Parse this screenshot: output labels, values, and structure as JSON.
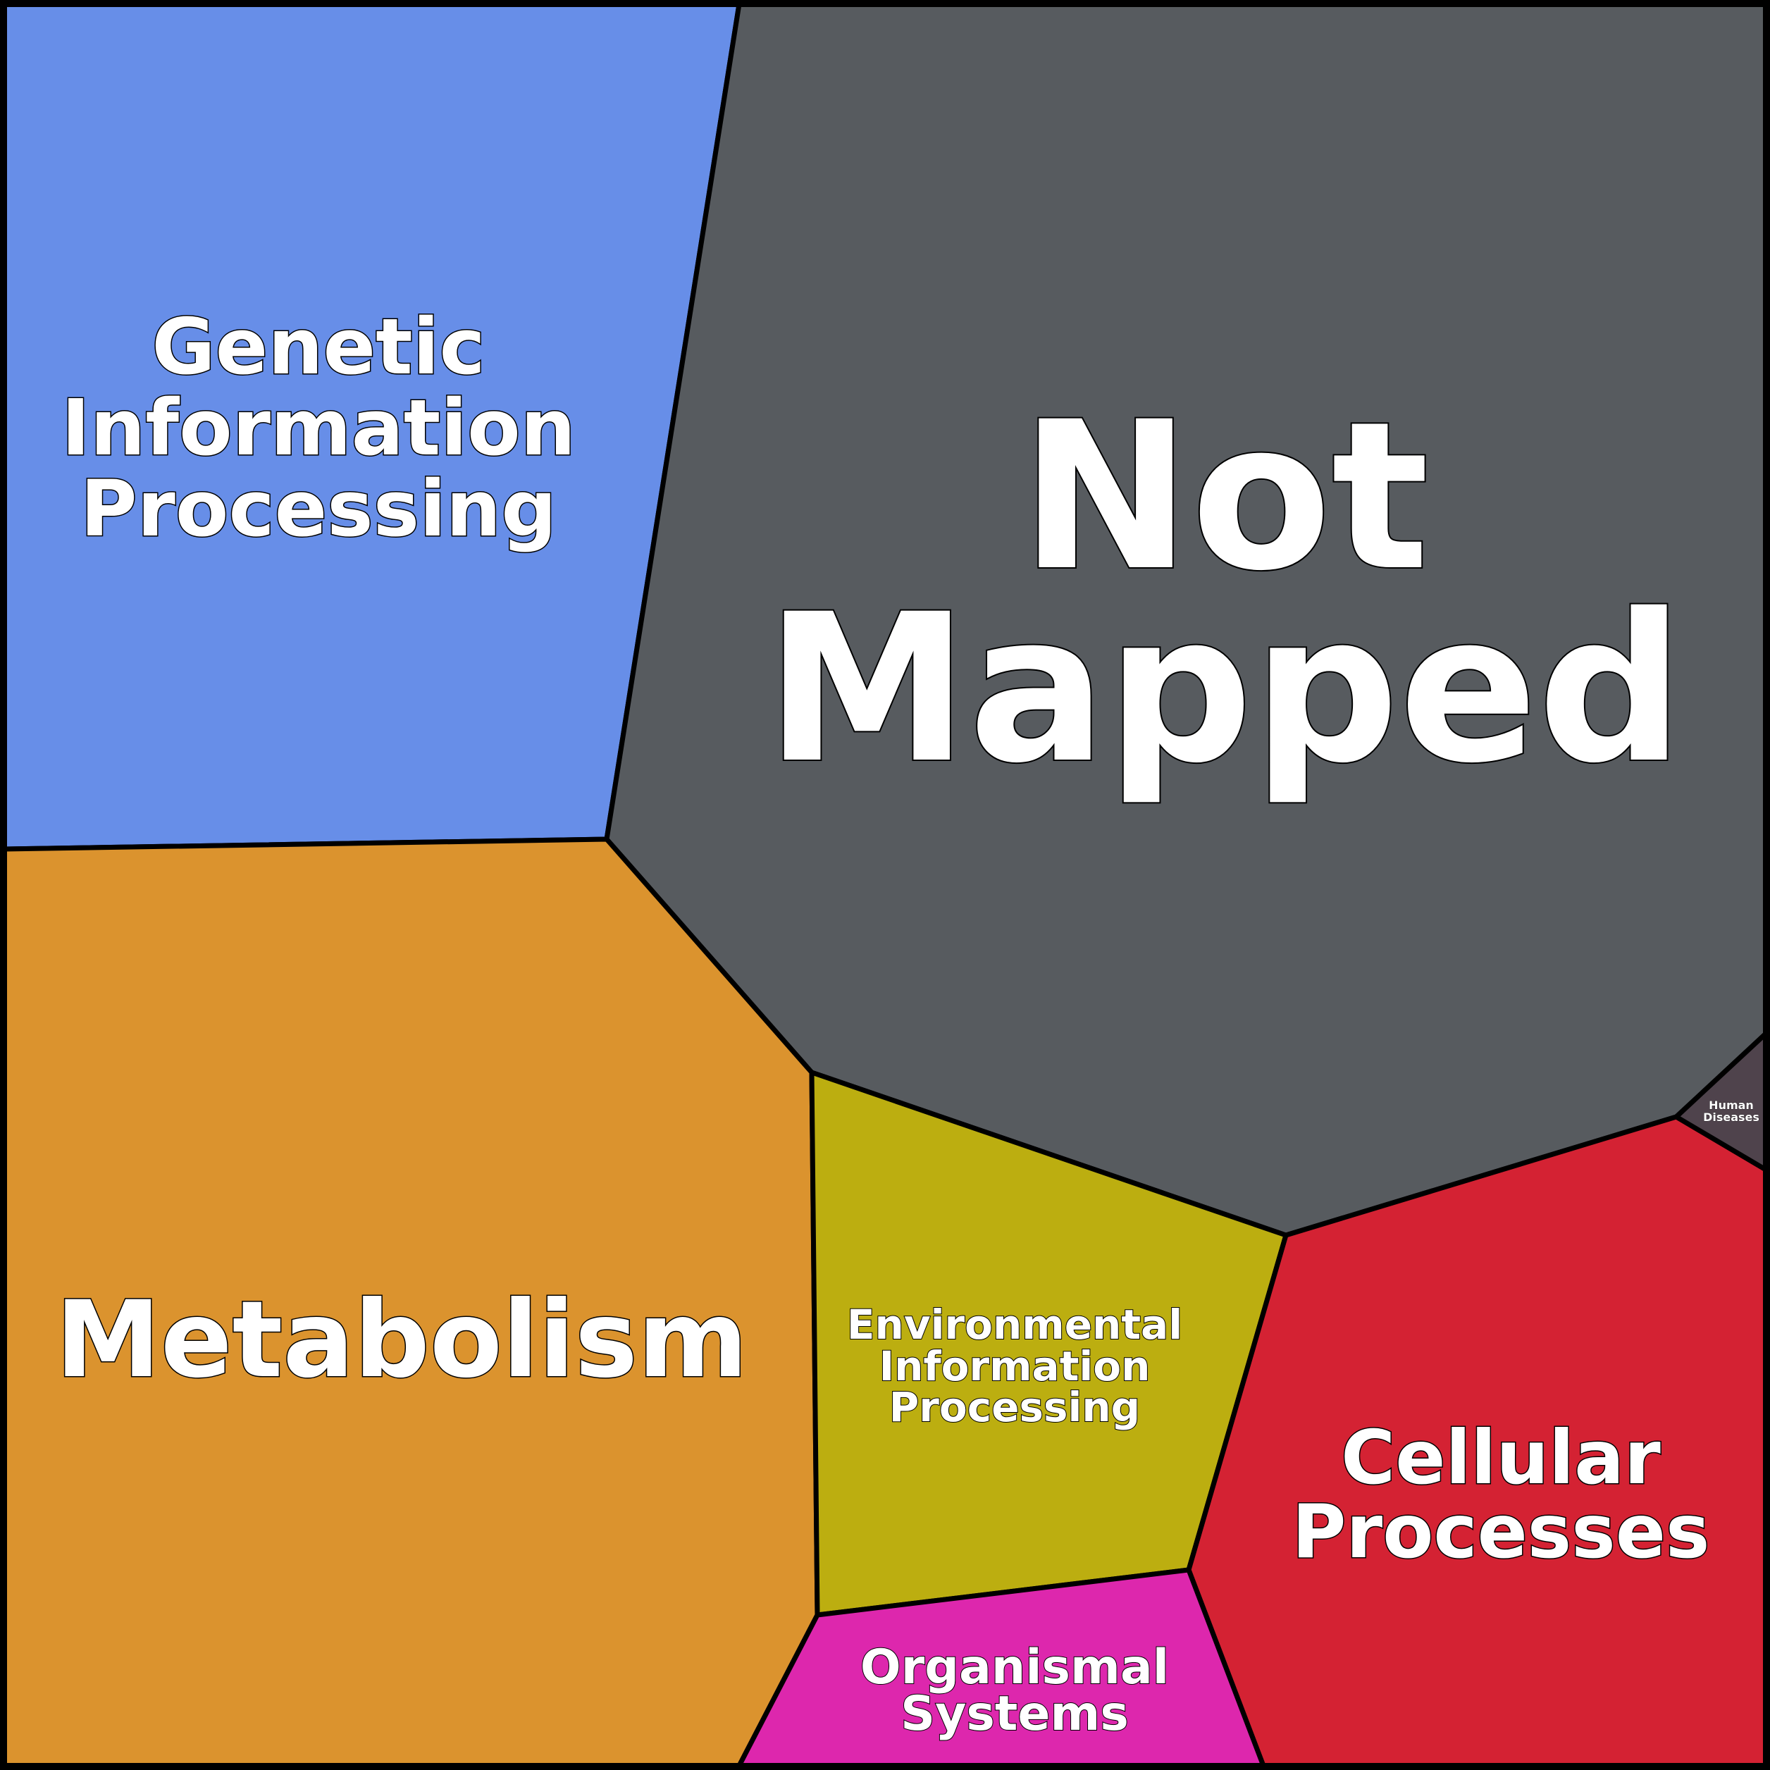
{
  "chart_data": {
    "type": "voronoi-treemap",
    "colors": {
      "genetic": "#678ee8",
      "not_mapped": "#575b5f",
      "metabolism": "#db932e",
      "environmental": "#bcae10",
      "cellular": "#d42233",
      "organismal": "#dd27ad",
      "human": "#4f434c",
      "border": "#000000",
      "text": "#ffffff"
    },
    "categories": [
      {
        "key": "not_mapped",
        "lines": [
          "Not",
          "Mapped"
        ]
      },
      {
        "key": "genetic",
        "lines": [
          "Genetic",
          "Information",
          "Processing"
        ]
      },
      {
        "key": "metabolism",
        "lines": [
          "Metabolism"
        ]
      },
      {
        "key": "environmental",
        "lines": [
          "Environmental",
          "Information",
          "Processing"
        ]
      },
      {
        "key": "cellular",
        "lines": [
          "Cellular",
          "Processes"
        ]
      },
      {
        "key": "organismal",
        "lines": [
          "Organismal",
          "Systems"
        ]
      },
      {
        "key": "human",
        "lines": [
          "Human",
          "Diseases"
        ]
      }
    ]
  }
}
